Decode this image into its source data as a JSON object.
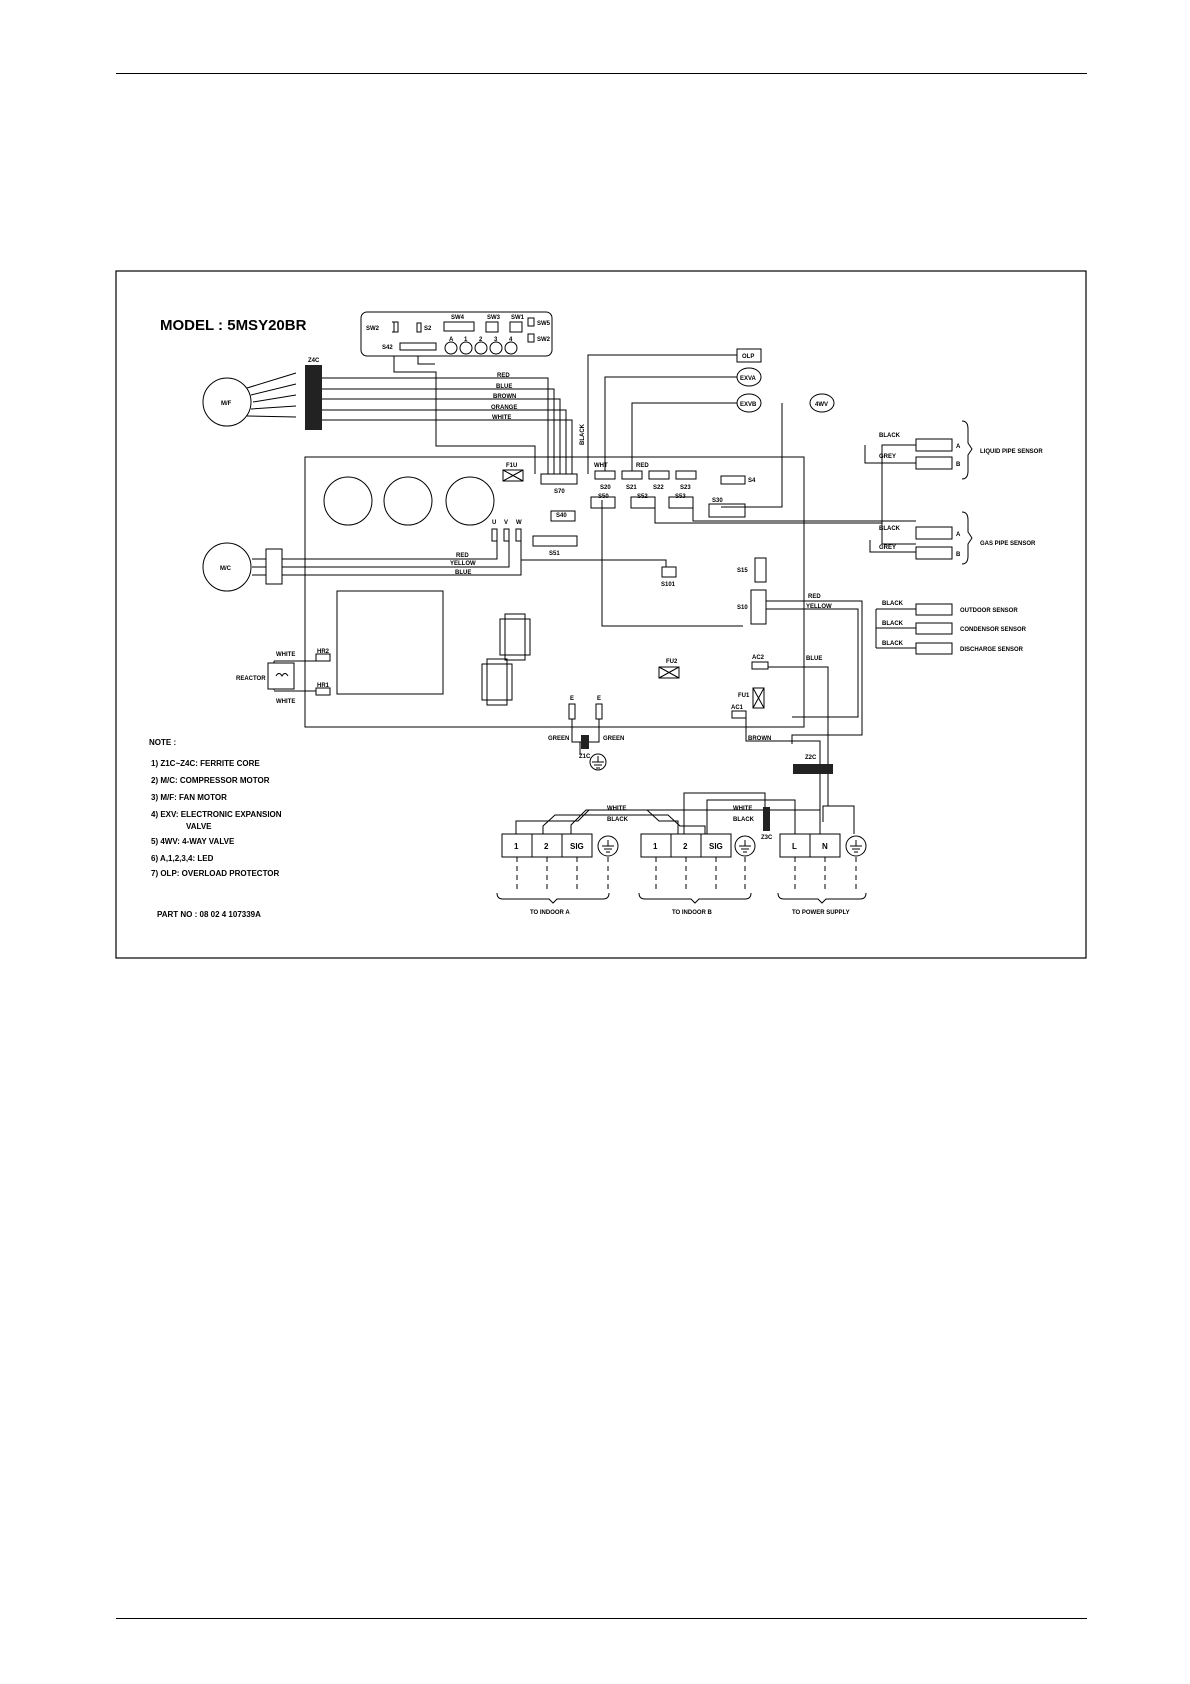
{
  "model_title": "MODEL : 5MSY20BR",
  "part_no": "PART NO : 08 02 4 107339A",
  "notes": {
    "heading": "NOTE :",
    "items": [
      "1) Z1C~Z4C: FERRITE CORE",
      "2) M/C: COMPRESSOR MOTOR",
      "3) M/F: FAN MOTOR",
      "4) EXV: ELECTRONIC EXPANSION",
      "VALVE",
      "5) 4WV: 4-WAY VALVE",
      "6) A,1,2,3,4: LED",
      "7) OLP: OVERLOAD PROTECTOR"
    ]
  },
  "components": {
    "fan_motor": "M/F",
    "compressor_motor": "M/C",
    "reactor": "REACTOR",
    "olp": "OLP",
    "exva": "EXVA",
    "exvb": "EXVB",
    "fourwv": "4WV",
    "z1c": "Z1C",
    "z2c": "Z2C",
    "z3c": "Z3C",
    "z4c": "Z4C"
  },
  "board_labels": {
    "sw2_top": "SW2",
    "s2": "S2",
    "sw4": "SW4",
    "sw3": "SW3",
    "sw1": "SW1",
    "sw5": "SW5",
    "sw2_right": "SW2",
    "s42": "S42",
    "leds": [
      "A",
      "1",
      "2",
      "3",
      "4"
    ],
    "f1u": "F1U",
    "s70": "S70",
    "s40": "S40",
    "s51": "S51",
    "s20": "S20",
    "s21": "S21",
    "s22": "S22",
    "s23": "S23",
    "s50": "S50",
    "s52": "S52",
    "s53": "S53",
    "s30": "S30",
    "s4": "S4",
    "s101": "S101",
    "s15": "S15",
    "s10": "S10",
    "fu2": "FU2",
    "fu1": "FU1",
    "ac2": "AC2",
    "ac1": "AC1",
    "hr2": "HR2",
    "hr1": "HR1",
    "e1": "E",
    "e2": "E",
    "u": "U",
    "v": "V",
    "w": "W"
  },
  "wire_colors": {
    "fan": [
      "RED",
      "BLUE",
      "BROWN",
      "ORANGE",
      "WHITE"
    ],
    "black_vertical": "BLACK",
    "wht": "WHT",
    "red_s21": "RED",
    "compressor": [
      "RED",
      "YELLOW",
      "BLUE"
    ],
    "reactor_top": "WHITE",
    "reactor_bottom": "WHITE",
    "liquid_a": "BLACK",
    "liquid_b": "GREY",
    "gas_a": "BLACK",
    "gas_b": "GREY",
    "s10_red": "RED",
    "s10_yellow": "YELLOW",
    "outdoor": "BLACK",
    "condenser": "BLACK",
    "discharge": "BLACK",
    "ac2_blue": "BLUE",
    "ac1_brown": "BROWN",
    "green_left": "GREEN",
    "green_right": "GREEN",
    "bottom_white": "WHITE",
    "bottom_black": "BLACK",
    "power_white": "WHITE",
    "power_black": "BLACK"
  },
  "sensors": {
    "liquid_pipe": "LIQUID PIPE SENSOR",
    "gas_pipe": "GAS PIPE SENSOR",
    "outdoor": "OUTDOOR SENSOR",
    "condenser": "CONDENSOR SENSOR",
    "discharge": "DISCHARGE SENSOR",
    "ab": [
      "A",
      "B"
    ]
  },
  "terminals": {
    "indoor_a": {
      "pins": [
        "1",
        "2",
        "SIG"
      ],
      "caption": "TO INDOOR A"
    },
    "indoor_b": {
      "pins": [
        "1",
        "2",
        "SIG"
      ],
      "caption": "TO INDOOR B"
    },
    "power": {
      "pins": [
        "L",
        "N"
      ],
      "caption": "TO POWER SUPPLY"
    }
  }
}
